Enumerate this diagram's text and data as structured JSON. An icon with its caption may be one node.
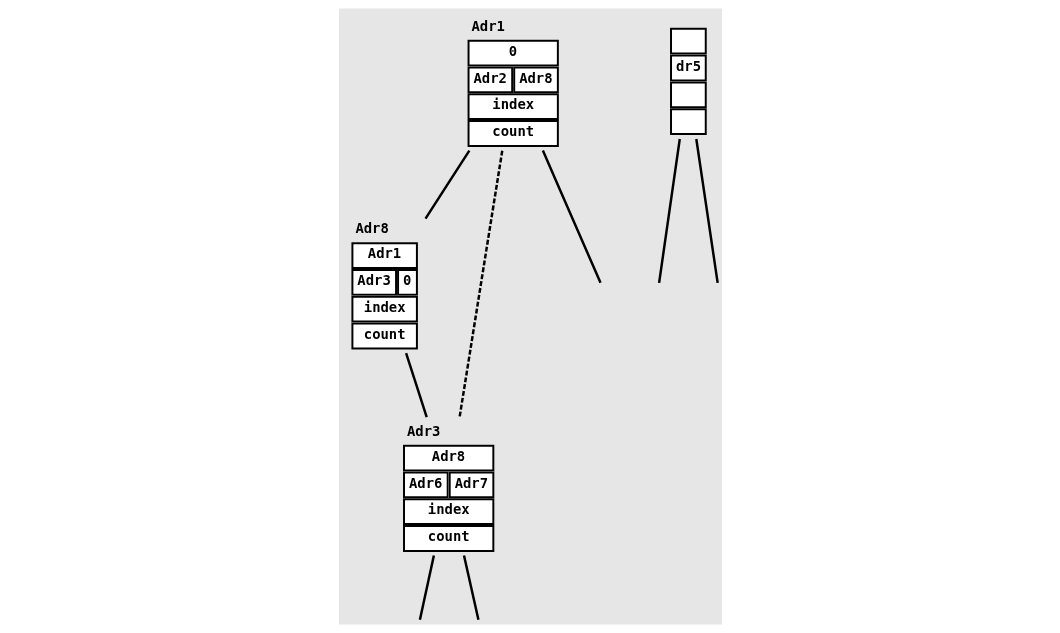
{
  "diagram": {
    "nodes": [
      {
        "text": [
          "0",
          "Adr2",
          "Adr8",
          "index",
          "count"
        ],
        "beside": [
          "Adr1"
        ]
      },
      {
        "text": [
          "Adr1",
          "Adr3",
          "0",
          "index",
          "count"
        ],
        "beside": [
          "Adr8"
        ]
      },
      {
        "text": [
          "dr5"
        ]
      },
      {
        "text": [
          "Adr8",
          "Adr6",
          "Adr7",
          "index",
          "count"
        ],
        "beside": [
          "Adr3"
        ]
      }
    ],
    "edges": [
      {
        "from": 0,
        "to": null,
        "arrow": "none"
      },
      {
        "from": 0,
        "to": 1,
        "arrow": "none"
      },
      {
        "from": 0,
        "to": 3,
        "arrow": "none",
        "style": "dashed"
      },
      {
        "from": 1,
        "to": 3,
        "arrow": "none"
      },
      {
        "from": 2,
        "to": null,
        "arrow": "none"
      },
      {
        "from": 2,
        "to": null,
        "arrow": "none"
      },
      {
        "from": 3,
        "to": null,
        "arrow": "none"
      },
      {
        "from": 3,
        "to": null,
        "arrow": "none"
      }
    ]
  }
}
